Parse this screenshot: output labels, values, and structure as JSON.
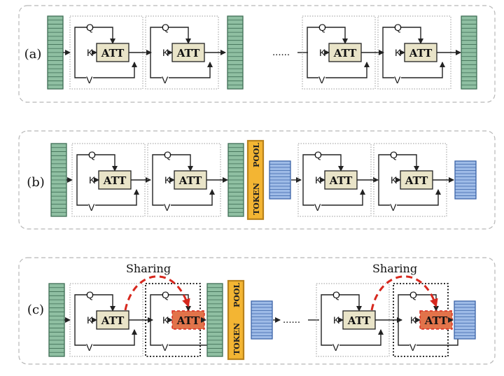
{
  "rows": {
    "a": {
      "label": "(a)"
    },
    "b": {
      "label": "(b)"
    },
    "c": {
      "label": "(c)"
    }
  },
  "block": {
    "att": "ATT",
    "q": "Q",
    "k": "K",
    "v": "V"
  },
  "ellipsis": "......",
  "token_pool": {
    "word1": "TOKEN",
    "word2": "POOL"
  },
  "sharing": "Sharing",
  "colors": {
    "att_fill": "#e9e4c8",
    "att_shared_fill": "#e2734a",
    "shared_dash": "#d7281e",
    "token_fill": "#f3b533",
    "token_stroke": "#b9821c",
    "green_fill": "#8fbfa2",
    "green_stroke": "#3f6e55",
    "blue_fill": "#9ebbe7",
    "blue_stroke": "#3b64a8",
    "panel_stroke": "#b7b7b7"
  }
}
